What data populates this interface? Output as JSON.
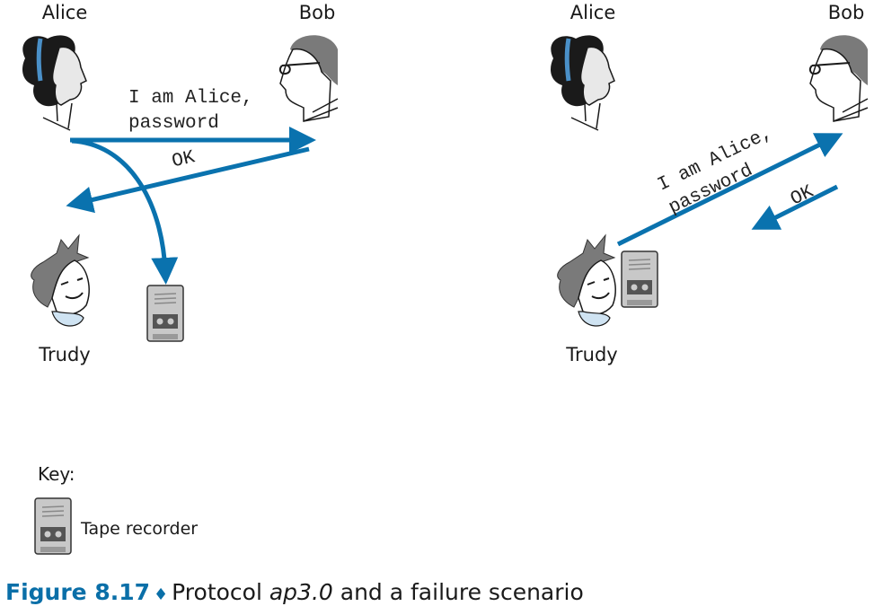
{
  "left_scenario": {
    "alice_label": "Alice",
    "bob_label": "Bob",
    "trudy_label": "Trudy",
    "message_line1": "I am Alice,",
    "message_line2": "password",
    "reply": "OK"
  },
  "right_scenario": {
    "alice_label": "Alice",
    "bob_label": "Bob",
    "trudy_label": "Trudy",
    "message_line1": "I am Alice,",
    "message_line2": "password",
    "reply": "OK"
  },
  "key": {
    "title": "Key:",
    "tape_recorder_label": "Tape recorder",
    "icon": "tape-recorder-icon"
  },
  "caption": {
    "figure": "Figure 8.17",
    "separator": "♦",
    "text_before": "Protocol ",
    "protocol": "ap3.0",
    "text_after": " and a failure scenario"
  },
  "colors": {
    "arrow": "#0a72ae",
    "caption": "#0a6fa8"
  }
}
